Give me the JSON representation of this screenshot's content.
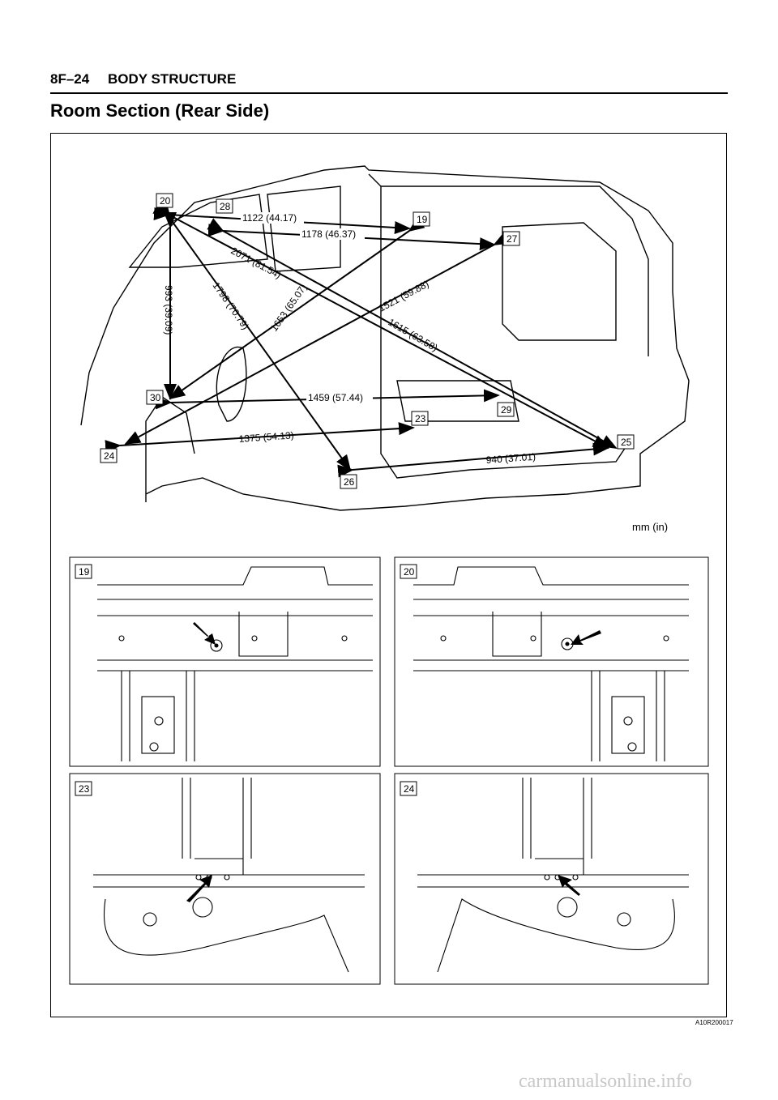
{
  "header": {
    "page_number": "8F–24",
    "section": "BODY STRUCTURE"
  },
  "title": "Room Section (Rear Side)",
  "units": "mm (in)",
  "figure_code": "A10R200017",
  "watermark": "carmanualsonline.info",
  "points": [
    "19",
    "20",
    "23",
    "24",
    "25",
    "26",
    "27",
    "28",
    "29",
    "30"
  ],
  "dimensions": [
    "1122 (44.17)",
    "1178 (46.37)",
    "2071 (81.54)",
    "993 (39.09)",
    "1798 (70.79)",
    "1653 (65.07)",
    "1521 (59.88)",
    "1615 (63.58)",
    "1459 (57.44)",
    "1375 (54.13)",
    "940 (37.01)"
  ],
  "details": [
    "19",
    "20",
    "23",
    "24"
  ]
}
